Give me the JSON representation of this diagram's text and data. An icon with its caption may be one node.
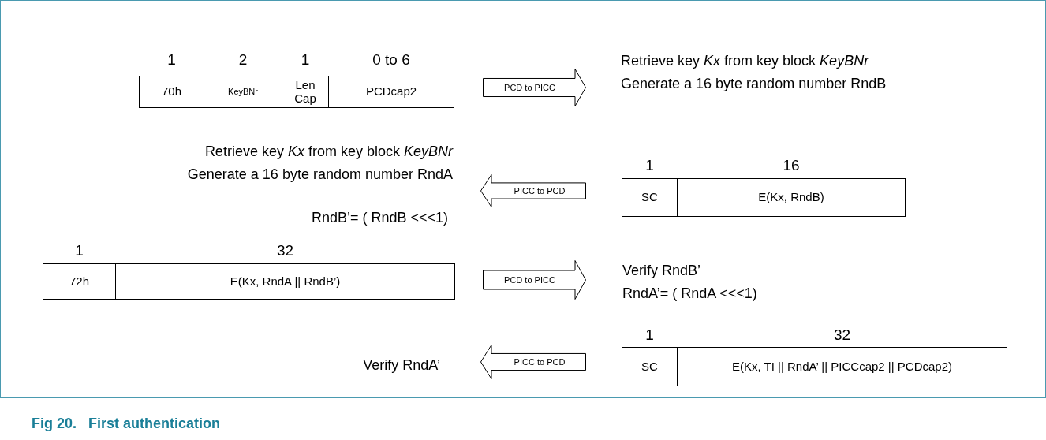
{
  "diagram": {
    "caption": "Fig 20.   First authentication",
    "nodes": [
      {
        "text": [
          "70h"
        ],
        "beside": [
          "1"
        ]
      },
      {
        "text": [
          "KeyBNr"
        ],
        "beside": [
          "2"
        ]
      },
      {
        "text": [
          "Len Cap"
        ],
        "beside": [
          "1"
        ]
      },
      {
        "text": [
          "PCDcap2"
        ],
        "beside": [
          "0 to 6"
        ]
      },
      {
        "text": [
          "PCD to PICC"
        ]
      },
      {
        "text": [
          "PICC to PCD"
        ]
      },
      {
        "text": [
          "SC"
        ],
        "beside": [
          "1"
        ]
      },
      {
        "text": [
          "E(Kx, RndB)"
        ],
        "beside": [
          "16"
        ]
      },
      {
        "text": [
          "72h"
        ],
        "beside": [
          "1"
        ]
      },
      {
        "text": [
          "E(Kx, RndA || RndB’)"
        ],
        "beside": [
          "32"
        ]
      },
      {
        "text": [
          "PCD to PICC"
        ]
      },
      {
        "text": [
          "PICC to PCD"
        ]
      },
      {
        "text": [
          "SC"
        ],
        "beside": [
          "1"
        ]
      },
      {
        "text": [
          "E(Kx, TI || RndA’ || PICCcap2 || PCDcap2)"
        ],
        "beside": [
          "32"
        ]
      }
    ],
    "labels": [
      "Retrieve key *Kx* from key block *KeyBNr*",
      "Generate a 16 byte random number RndB",
      "Retrieve key *Kx* from key block *KeyBNr*",
      "Generate a 16 byte random number RndA",
      "RndB’= ( RndB <<<1)",
      "Verify RndB’",
      "RndA’= ( RndA <<<1)",
      "Verify RndA’"
    ]
  }
}
